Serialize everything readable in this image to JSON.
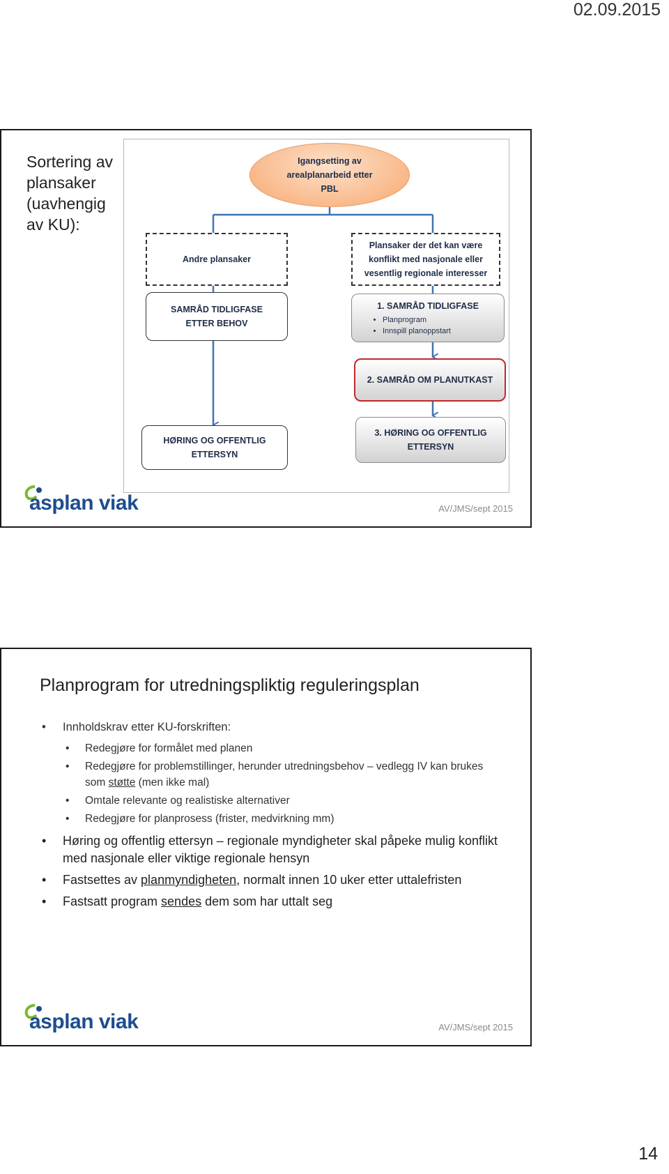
{
  "header": {
    "date": "02.09.2015"
  },
  "page_number": "14",
  "slide1": {
    "side_title": "Sortering av plansaker (uavhengig av KU):",
    "diagram": {
      "start": "Igangsetting av arealplanarbeid etter PBL",
      "left_branch": {
        "category": "Andre plansaker",
        "step1": "SAMRÅD TIDLIGFASE ETTER BEHOV",
        "step2": "HØRING OG OFFENTLIG ETTERSYN"
      },
      "right_branch": {
        "category": "Plansaker der det kan være konflikt med nasjonale eller vesentlig regionale interesser",
        "step1": "1.  SAMRÅD TIDLIGFASE",
        "step1_items": [
          "Planprogram",
          "Innspill planoppstart"
        ],
        "step2": "2. SAMRÅD OM PLANUTKAST",
        "step3": "3. HØRING OG OFFENTLIG ETTERSYN"
      }
    },
    "logo": "asplan viak",
    "footer": "AV/JMS/sept 2015"
  },
  "slide2": {
    "title": "Planprogram for utredningspliktig reguleringsplan",
    "bullet1": "Innholdskrav etter KU-forskriften:",
    "sub1": "Redegjøre for formålet med planen",
    "sub2_a": "Redegjøre for problemstillinger, herunder utredningsbehov – vedlegg IV kan brukes som ",
    "sub2_u": "støtte",
    "sub2_b": " (men ikke mal",
    "sub2_c": ")",
    "sub3": "Omtale relevante og realistiske alternativer",
    "sub4": "Redegjøre for planprosess (frister, medvirkning mm)",
    "bullet2": "Høring og offentlig ettersyn – regionale myndigheter skal påpeke mulig konflikt med nasjonale eller viktige regionale hensyn",
    "bullet3_a": "Fastsettes av ",
    "bullet3_u": "planmyndigheten",
    "bullet3_b": ", normalt innen 10 uker etter uttalefristen",
    "bullet4_a": "Fastsatt program ",
    "bullet4_u": "sendes",
    "bullet4_b": " dem som har uttalt seg",
    "logo": "asplan viak",
    "footer": "AV/JMS/sept 2015"
  }
}
